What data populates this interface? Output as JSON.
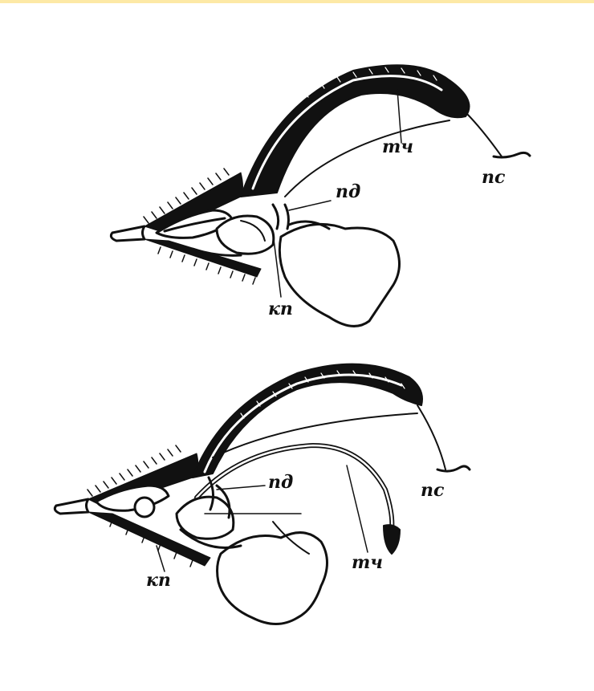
{
  "colors": {
    "ink": "#111111",
    "paper": "#ffffff",
    "top_strip": "#fde9a6"
  },
  "figures": [
    {
      "labels": {
        "tch": "тч",
        "ps": "пс",
        "pd": "пд",
        "kp": "кп"
      }
    },
    {
      "labels": {
        "pd": "пд",
        "ps": "пс",
        "kp": "кп",
        "tch": "тч"
      }
    }
  ]
}
